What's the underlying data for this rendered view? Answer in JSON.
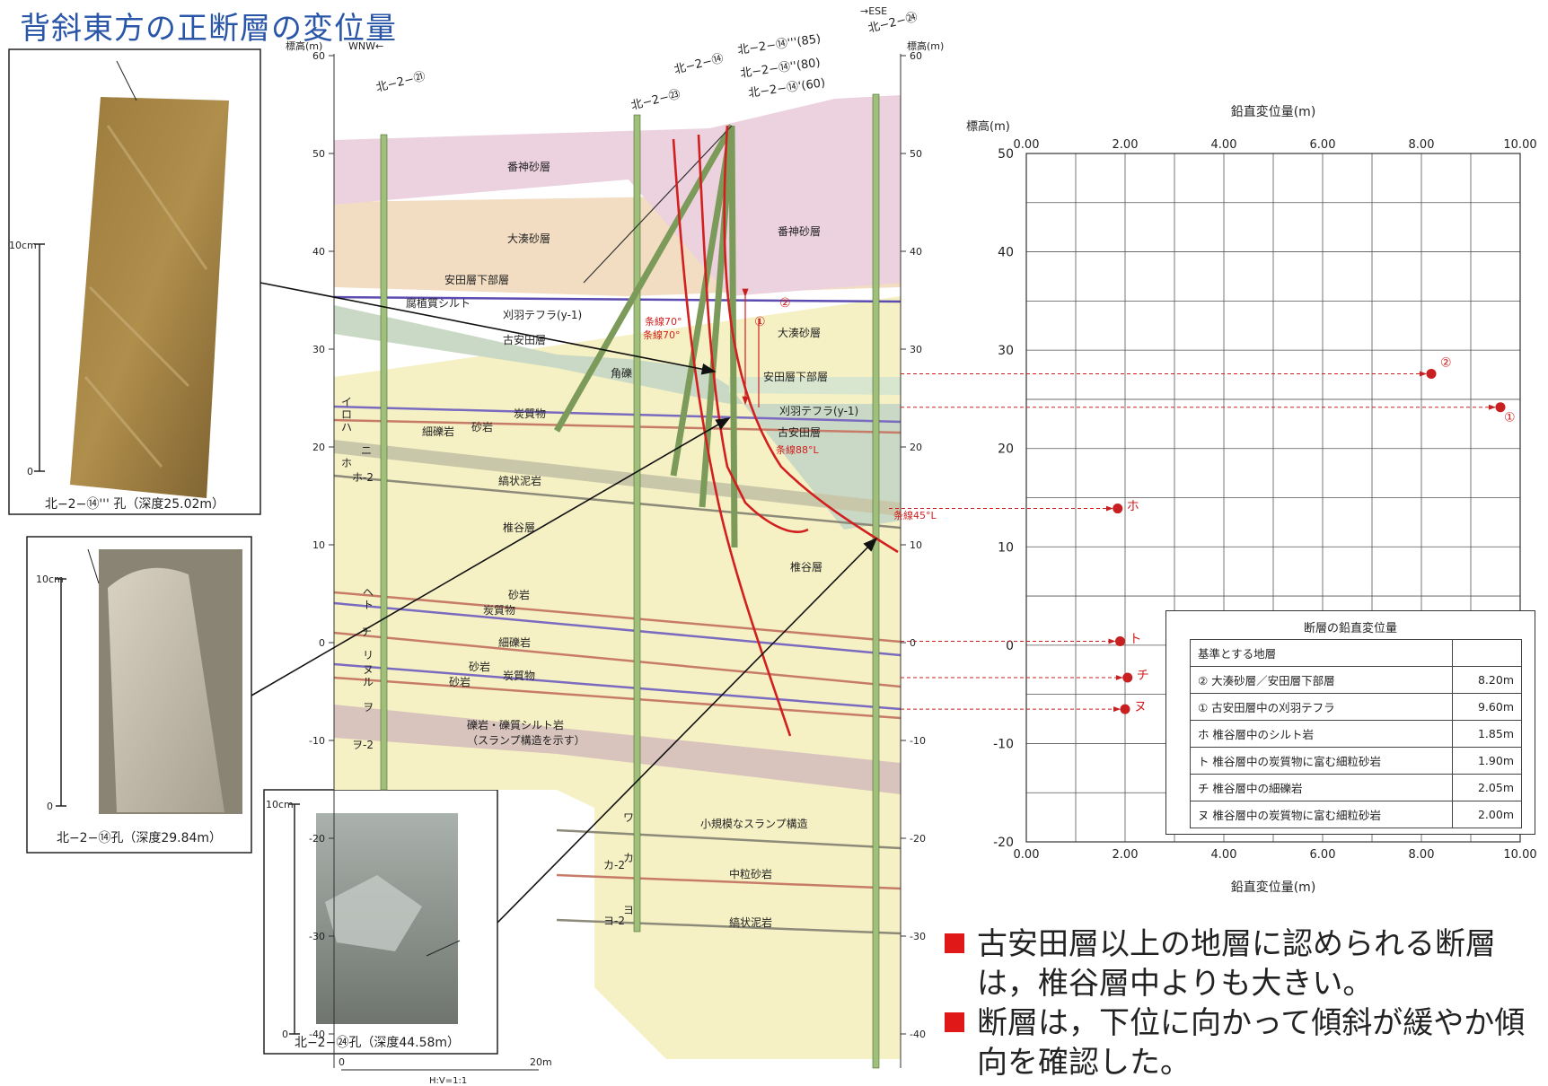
{
  "title": "背斜東方の正断層の変位量",
  "photos": [
    {
      "caption": "北−2−⑭''' 孔（深度25.02m）",
      "scale_label": "10cm",
      "zero_label": "0"
    },
    {
      "caption": "北−2−⑭孔（深度29.84m）",
      "scale_label": "10cm",
      "zero_label": "0"
    },
    {
      "caption": "北−2−㉔孔（深度44.58m）",
      "scale_label": "10cm",
      "zero_label": "0"
    }
  ],
  "section": {
    "elev_label_left": "標高(m)",
    "elev_label_right": "標高(m)",
    "dir_left": "WNW←",
    "dir_right": "→ESE",
    "ticks": [
      "60",
      "50",
      "40",
      "30",
      "20",
      "10",
      "0",
      "-10",
      "-20",
      "-30",
      "-40"
    ],
    "wells": [
      "北−2−㉑",
      "北−2−㉓",
      "北−2−⑭",
      "北−2−⑭'''(85)",
      "北−2−⑭''(80)",
      "北−2−⑭'(60)",
      "北−2−㉔"
    ],
    "scale_zero": "0",
    "scale_20": "20m",
    "scale_hv": "H:V=1:1",
    "layers": [
      "番神砂層",
      "大湊砂層",
      "安田層下部層",
      "腐植質シルト",
      "刈羽テフラ(y-1)",
      "古安田層",
      "角礫",
      "炭質物",
      "砂岩",
      "細礫岩",
      "縞状泥岩",
      "椎谷層",
      "番神砂層",
      "大湊砂層",
      "安田層下部層",
      "刈羽テフラ(y-1)",
      "古安田層",
      "椎谷層",
      "砂岩",
      "炭質物",
      "細礫岩",
      "砂岩",
      "炭質物",
      "砂岩",
      "礫岩・礫質シルト岩",
      "（スランプ構造を示す）",
      "小規模なスランプ構造",
      "中粒砂岩",
      "縞状泥岩"
    ],
    "fault_labels": [
      "条線70°",
      "条線70°",
      "条線88°L",
      "条線45°L"
    ],
    "marker_kana": [
      "イ",
      "ロ",
      "ハ",
      "ニ",
      "ホ",
      "ホ-2",
      "ヘ",
      "ト",
      "チ",
      "リ",
      "ヌ",
      "ル",
      "ヲ",
      "ヲ-2",
      "ワ",
      "カ",
      "カ-2",
      "ヨ",
      "ヨ-2"
    ],
    "circled": [
      "①",
      "②"
    ]
  },
  "chart_data": {
    "type": "scatter",
    "title": "",
    "xlabel": "鉛直変位量(m)",
    "ylabel": "標高(m)",
    "xlim": [
      0,
      10
    ],
    "ylim": [
      -20,
      50
    ],
    "xticks": [
      "0.00",
      "2.00",
      "4.00",
      "6.00",
      "8.00",
      "10.00"
    ],
    "yticks": [
      "50",
      "40",
      "30",
      "20",
      "10",
      "0",
      "-10",
      "-20"
    ],
    "points": [
      {
        "label": "②",
        "x": 8.2,
        "y": 27.6
      },
      {
        "label": "①",
        "x": 9.6,
        "y": 24.2
      },
      {
        "label": "ホ",
        "x": 1.85,
        "y": 13.9
      },
      {
        "label": "ト",
        "x": 1.9,
        "y": 0.4
      },
      {
        "label": "チ",
        "x": 2.05,
        "y": -3.3
      },
      {
        "label": "ヌ",
        "x": 2.0,
        "y": -6.5
      }
    ],
    "marker_color": "#c82020"
  },
  "table": {
    "title": "断層の鉛直変位量",
    "header": "基準とする地層",
    "rows": [
      {
        "label": "② 大湊砂層／安田層下部層",
        "value": "8.20m"
      },
      {
        "label": "① 古安田層中の刈羽テフラ",
        "value": "9.60m"
      },
      {
        "label": "ホ 椎谷層中のシルト岩",
        "value": "1.85m"
      },
      {
        "label": "ト 椎谷層中の炭質物に富む細粒砂岩",
        "value": "1.90m"
      },
      {
        "label": "チ 椎谷層中の細礫岩",
        "value": "2.05m"
      },
      {
        "label": "ヌ 椎谷層中の炭質物に富む細粒砂岩",
        "value": "2.00m"
      }
    ]
  },
  "bullets": [
    "古安田層以上の地層に認められる断層は，椎谷層中よりも大きい。",
    "断層は，下位に向かって傾斜が緩やか傾向を確認した。"
  ]
}
